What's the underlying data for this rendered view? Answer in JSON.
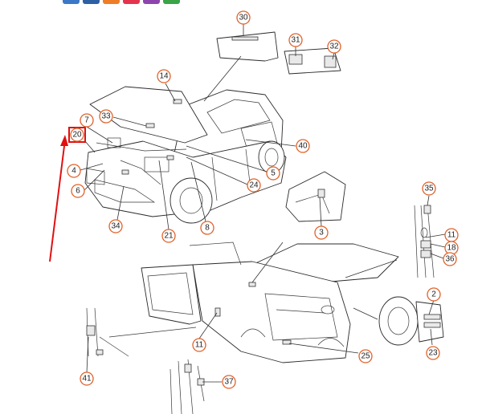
{
  "toolbar_colors": [
    "#3b78c7",
    "#2d5fa3",
    "#ef7d25",
    "#e6334d",
    "#8e44ad",
    "#3aa447"
  ],
  "accent": "#e0622a",
  "highlight": "#e01010",
  "callouts": [
    {
      "id": "c30",
      "label": "30"
    },
    {
      "id": "c31",
      "label": "31"
    },
    {
      "id": "c32",
      "label": "32"
    },
    {
      "id": "c14",
      "label": "14"
    },
    {
      "id": "c7",
      "label": "7"
    },
    {
      "id": "c33",
      "label": "33"
    },
    {
      "id": "c20",
      "label": "20"
    },
    {
      "id": "c40",
      "label": "40"
    },
    {
      "id": "c4",
      "label": "4"
    },
    {
      "id": "c5",
      "label": "5"
    },
    {
      "id": "c6",
      "label": "6"
    },
    {
      "id": "c24",
      "label": "24"
    },
    {
      "id": "c34",
      "label": "34"
    },
    {
      "id": "c8",
      "label": "8"
    },
    {
      "id": "c21",
      "label": "21"
    },
    {
      "id": "c3",
      "label": "3"
    },
    {
      "id": "c35",
      "label": "35"
    },
    {
      "id": "c11b",
      "label": "11"
    },
    {
      "id": "c18",
      "label": "18"
    },
    {
      "id": "c36",
      "label": "36"
    },
    {
      "id": "c2",
      "label": "2"
    },
    {
      "id": "c23",
      "label": "23"
    },
    {
      "id": "c11",
      "label": "11"
    },
    {
      "id": "c25",
      "label": "25"
    },
    {
      "id": "c41",
      "label": "41"
    },
    {
      "id": "c37",
      "label": "37"
    }
  ]
}
